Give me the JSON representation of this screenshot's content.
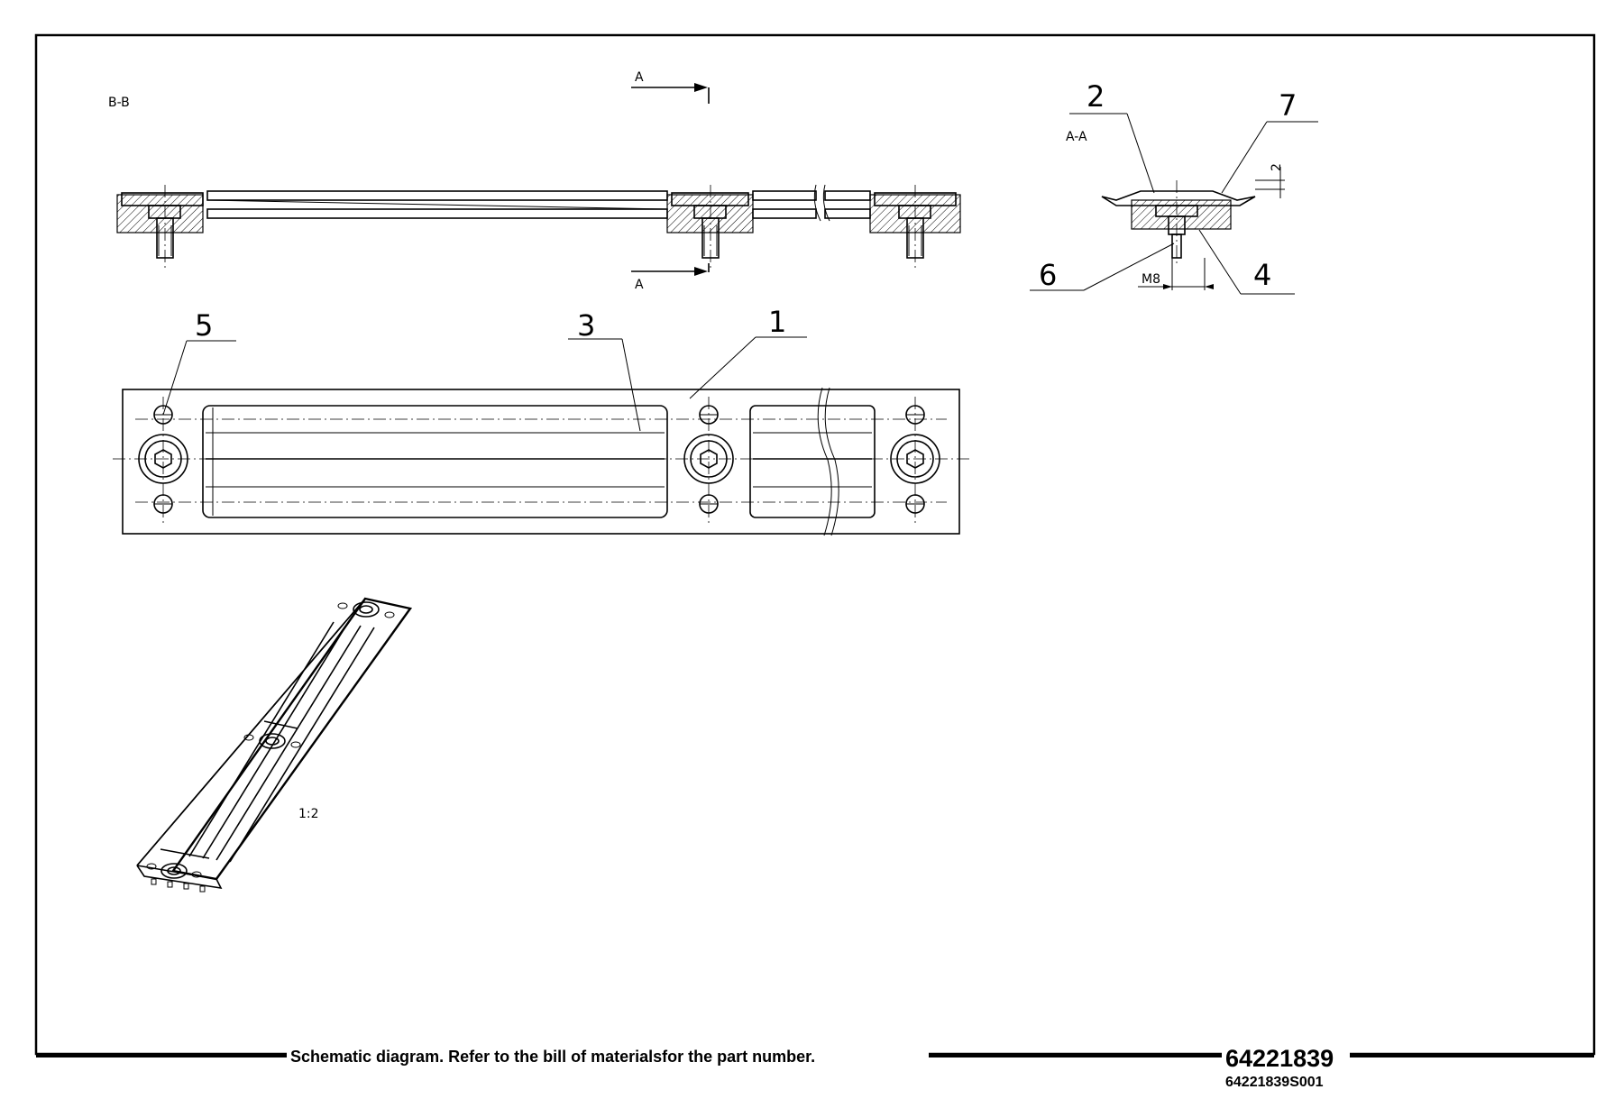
{
  "views": {
    "section_bb": "B-B",
    "section_aa": "A-A",
    "cut_marker": "A",
    "scale": "1:2"
  },
  "dimensions": {
    "thread": "M8",
    "offset": "2"
  },
  "balloons": [
    "1",
    "2",
    "3",
    "4",
    "5",
    "6",
    "7"
  ],
  "footer": {
    "note": "Schematic diagram. Refer to the bill of materialsfor the part number.",
    "part_number": "64221839",
    "sheet_id": "64221839S001"
  }
}
